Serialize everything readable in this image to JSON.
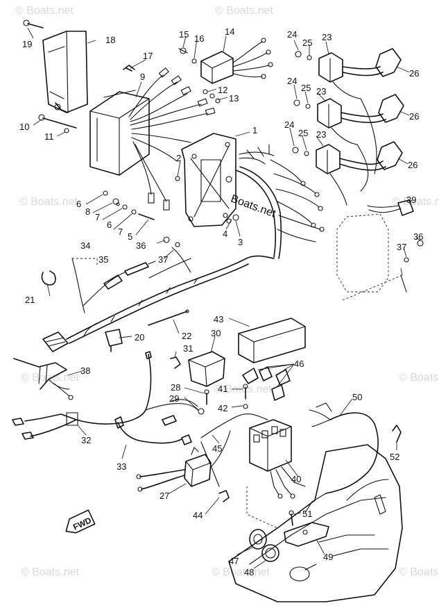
{
  "watermark": "© Boats.net",
  "center_brand": "Boats.net",
  "direction_label": "FWD",
  "callouts": [
    "1",
    "2",
    "3",
    "4",
    "5",
    "6",
    "7",
    "8",
    "9",
    "10",
    "11",
    "12",
    "13",
    "14",
    "15",
    "16",
    "17",
    "18",
    "19",
    "20",
    "21",
    "22",
    "23",
    "24",
    "25",
    "26",
    "27",
    "28",
    "29",
    "30",
    "31",
    "32",
    "33",
    "34",
    "35",
    "36",
    "37",
    "38",
    "39",
    "40",
    "41",
    "42",
    "43",
    "44",
    "45",
    "46",
    "47",
    "48",
    "49",
    "50",
    "51",
    "52"
  ]
}
